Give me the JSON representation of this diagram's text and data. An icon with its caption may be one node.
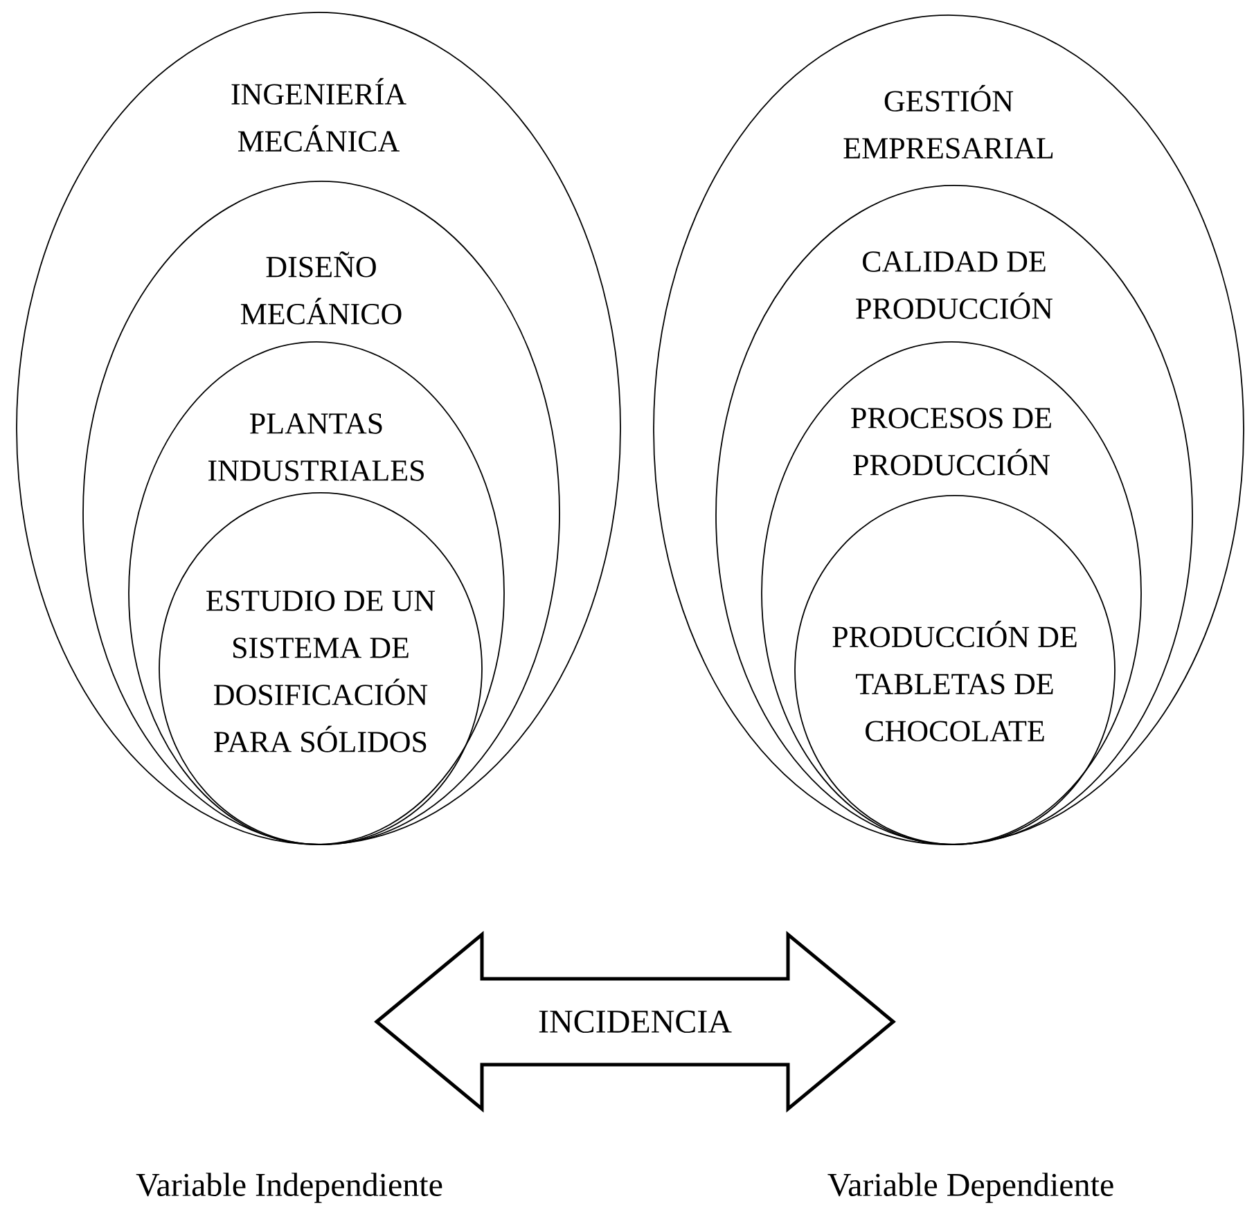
{
  "diagram": {
    "nodes": [
      {
        "text": [
          "INGENIERÍA MECÁNICA"
        ]
      },
      {
        "text": [
          "DISEÑO MECÁNICO"
        ],
        "in": 0
      },
      {
        "text": [
          "PLANTAS INDUSTRIALES"
        ],
        "in": 1
      },
      {
        "text": [
          "ESTUDIO DE UN SISTEMA DE DOSIFICACIÓN PARA SÓLIDOS"
        ],
        "in": 2
      },
      {
        "text": [
          "GESTIÓN EMPRESARIAL"
        ]
      },
      {
        "text": [
          "CALIDAD DE PRODUCCIÓN"
        ],
        "in": 4
      },
      {
        "text": [
          "PROCESOS DE PRODUCCIÓN"
        ],
        "in": 5
      },
      {
        "text": [
          "PRODUCCIÓN DE TABLETAS DE CHOCOLATE"
        ],
        "in": 6
      },
      {
        "text": [
          "INCIDENCIA"
        ]
      }
    ],
    "labels": [
      "Variable Independiente",
      "Variable Dependiente"
    ]
  }
}
